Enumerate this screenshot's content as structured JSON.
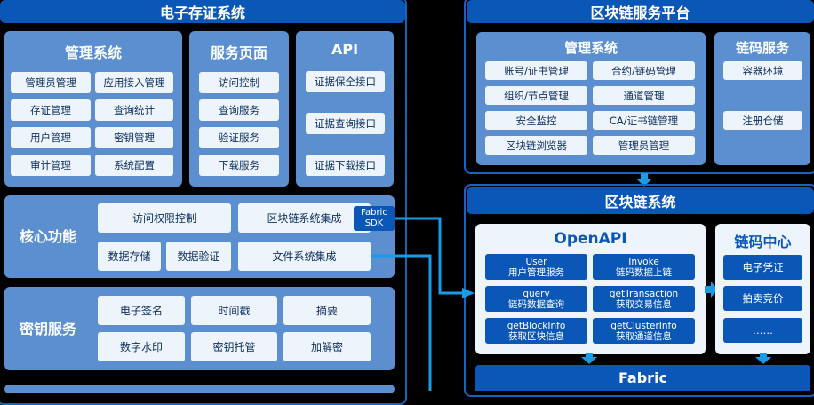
{
  "left": {
    "title": "电子存证系统",
    "mgmt": {
      "title": "管理系统",
      "items": [
        "管理员管理",
        "应用接入管理",
        "存证管理",
        "查询统计",
        "用户管理",
        "密钥管理",
        "审计管理",
        "系统配置"
      ]
    },
    "service": {
      "title": "服务页面",
      "items": [
        "访问控制",
        "查询服务",
        "验证服务",
        "下载服务"
      ]
    },
    "api": {
      "title": "API",
      "items": [
        "证据保全接口",
        "证据查询接口",
        "证据下载接口"
      ]
    },
    "core": {
      "title": "核心功能",
      "items": [
        "访问权限控制",
        "区块链系统集成",
        "数据存储",
        "数据验证",
        "文件系统集成"
      ]
    },
    "sdk": {
      "line1": "Fabric",
      "line2": "SDK"
    },
    "key": {
      "title": "密钥服务",
      "items": [
        "电子签名",
        "时间戳",
        "摘要",
        "数字水印",
        "密钥托管",
        "加解密"
      ]
    }
  },
  "right": {
    "title": "区块链服务平台",
    "mgmt": {
      "title": "管理系统",
      "items": [
        "账号/证书管理",
        "合约/链码管理",
        "组织/节点管理",
        "通道管理",
        "安全监控",
        "CA/证书链管理",
        "区块链浏览器",
        "管理员管理"
      ]
    },
    "chaincode": {
      "title": "链码服务",
      "items": [
        "容器环境",
        "注册仓储"
      ]
    },
    "system_title": "区块链系统",
    "openapi": {
      "title": "OpenAPI",
      "items": [
        {
          "en": "User",
          "zh": "用户管理服务"
        },
        {
          "en": "Invoke",
          "zh": "链码数据上链"
        },
        {
          "en": "query",
          "zh": "链码数据查询"
        },
        {
          "en": "getTransaction",
          "zh": "获取交易信息"
        },
        {
          "en": "getBlockInfo",
          "zh": "获取区块信息"
        },
        {
          "en": "getClusterInfo",
          "zh": "获取通道信息"
        }
      ]
    },
    "center": {
      "title": "链码中心",
      "items": [
        "电子凭证",
        "拍卖竞价",
        "……"
      ]
    },
    "fabric": "Fabric"
  },
  "colors": {
    "dark_blue": "#0b57b8",
    "panel_blue": "#5b8fd0",
    "arrow": "#1a9be8"
  }
}
